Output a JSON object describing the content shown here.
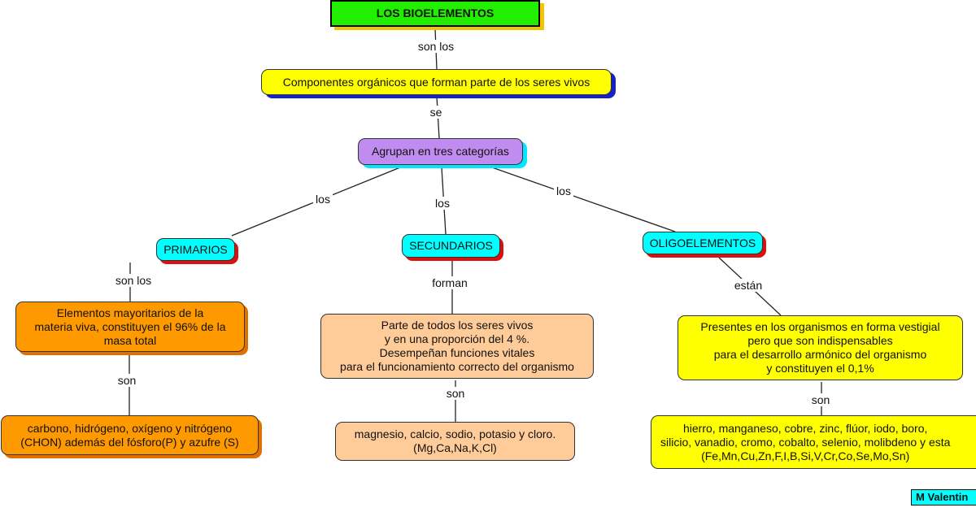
{
  "title": "LOS BIOELEMENTOS",
  "nodes": {
    "definition": "Componentes orgánicos que forman parte de los seres vivos",
    "groups": "Agrupan en tres categorías",
    "primarios": "PRIMARIOS",
    "secundarios": "SECUNDARIOS",
    "oligoelementos": "OLIGOELEMENTOS",
    "primarios_desc": "Elementos mayoritarios de la\nmateria viva, constituyen el 96% de la\nmasa total",
    "secundarios_desc": "Parte de todos los seres vivos\ny en una proporción del 4 %.\nDesempeñan funciones vitales\npara el funcionamiento correcto del organismo",
    "oligo_desc": "Presentes en los organismos en forma vestigial\npero que son indispensables\npara el desarrollo armónico del organismo\ny constituyen el 0,1%",
    "primarios_list": "carbono, hidrógeno, oxígeno y nitrógeno\n(CHON) además del fósforo(P) y azufre (S)",
    "secundarios_list": "magnesio, calcio, sodio, potasio y cloro.\n(Mg,Ca,Na,K,Cl)",
    "oligo_list": "hierro, manganeso, cobre, zinc, flúor, iodo, boro,\nsilicio, vanadio, cromo, cobalto, selenio, molibdeno y esta\n(Fe,Mn,Cu,Zn,F,I,B,Si,V,Cr,Co,Se,Mo,Sn)"
  },
  "links": {
    "title_def": "son los",
    "def_groups": "se",
    "groups_prim": "los",
    "groups_sec": "los",
    "groups_oligo": "los",
    "prim_desc": "son los",
    "sec_desc": "forman",
    "oligo_desc": "están",
    "prim_list": "son",
    "sec_list": "son",
    "oligo_list": "son"
  },
  "author": "M Valentin"
}
